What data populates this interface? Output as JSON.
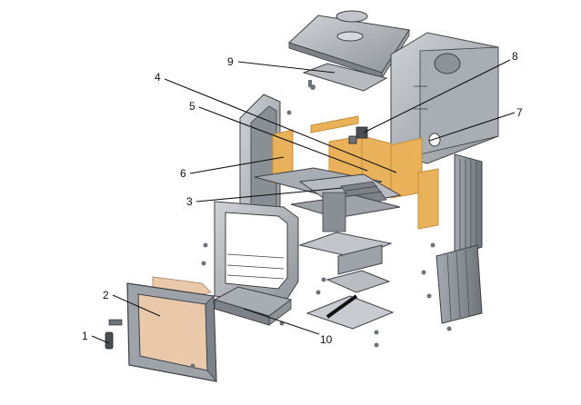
{
  "colors": {
    "metal_light": "#b9bdc2",
    "metal_mid": "#9ea3a9",
    "metal_dark": "#6d7278",
    "outline": "#3c4045",
    "firebrick": "#e8b15a",
    "firebrick_dark": "#c88f3a",
    "glass": "#eac9ab",
    "label": "#111111",
    "background": "#ffffff"
  },
  "callouts": [
    {
      "num": "1"
    },
    {
      "num": "2"
    },
    {
      "num": "3"
    },
    {
      "num": "4"
    },
    {
      "num": "5"
    },
    {
      "num": "6"
    },
    {
      "num": "7"
    },
    {
      "num": "8"
    },
    {
      "num": "9"
    },
    {
      "num": "10"
    }
  ]
}
